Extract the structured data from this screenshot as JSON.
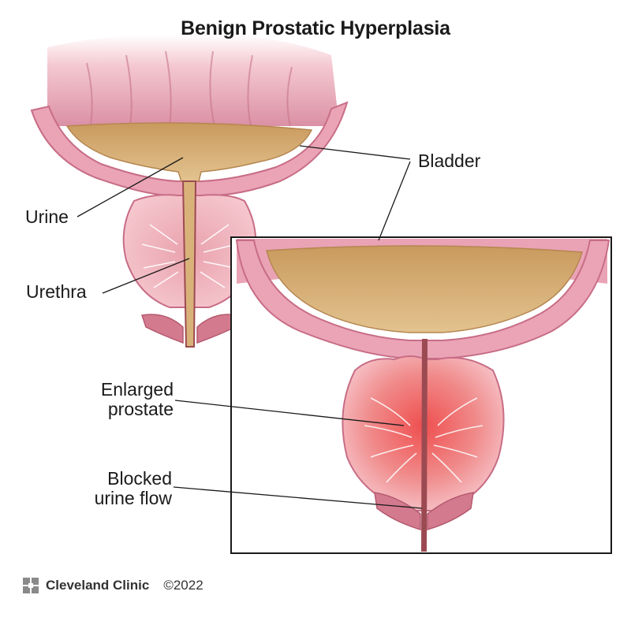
{
  "title": "Benign Prostatic Hyperplasia",
  "labels": {
    "bladder": "Bladder",
    "urine": "Urine",
    "urethra": "Urethra",
    "enlarged_prostate_line1": "Enlarged",
    "enlarged_prostate_line2": "prostate",
    "blocked_line1": "Blocked",
    "blocked_line2": "urine flow"
  },
  "footer": {
    "brand": "Cleveland Clinic",
    "copyright": "©2022"
  },
  "colors": {
    "bladder_wall": "#e8a3b5",
    "bladder_inner": "#d9879b",
    "urine": "#d9b27a",
    "prostate": "#f0b3bf",
    "prostate_enlarged": "#ef6b6b",
    "urethra": "#9c4a52",
    "logo": "#8a8a8a"
  }
}
